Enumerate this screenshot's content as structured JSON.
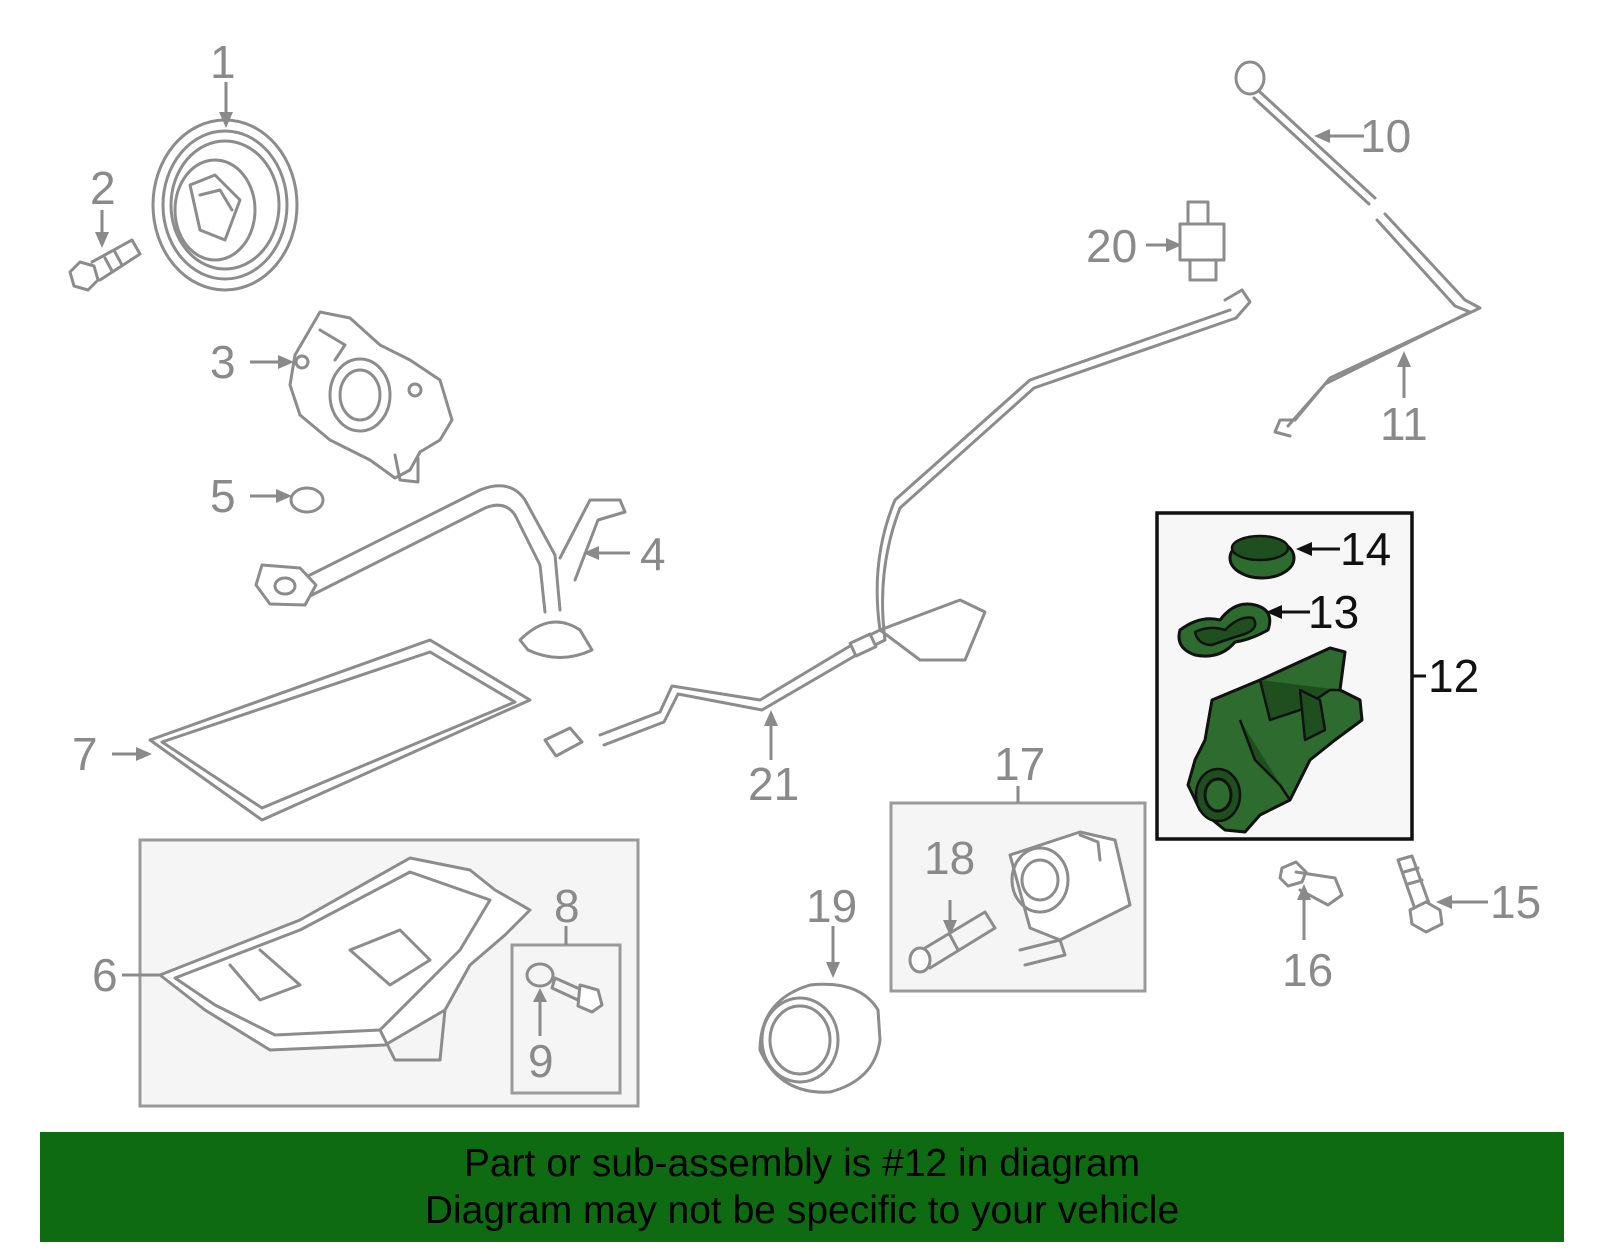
{
  "callouts": {
    "c1": "1",
    "c2": "2",
    "c3": "3",
    "c4": "4",
    "c5": "5",
    "c6": "6",
    "c7": "7",
    "c8": "8",
    "c9": "9",
    "c10": "10",
    "c11": "11",
    "c12": "12",
    "c13": "13",
    "c14": "14",
    "c15": "15",
    "c16": "16",
    "c17": "17",
    "c18": "18",
    "c19": "19",
    "c20": "20",
    "c21": "21"
  },
  "banner": {
    "line1": "Part or sub-assembly is #12 in diagram",
    "line2": "Diagram may not be specific to your vehicle"
  },
  "colors": {
    "highlight_part": "#2e6b2e",
    "banner": "#0f6b12",
    "line_art": "#8c8c8c"
  }
}
